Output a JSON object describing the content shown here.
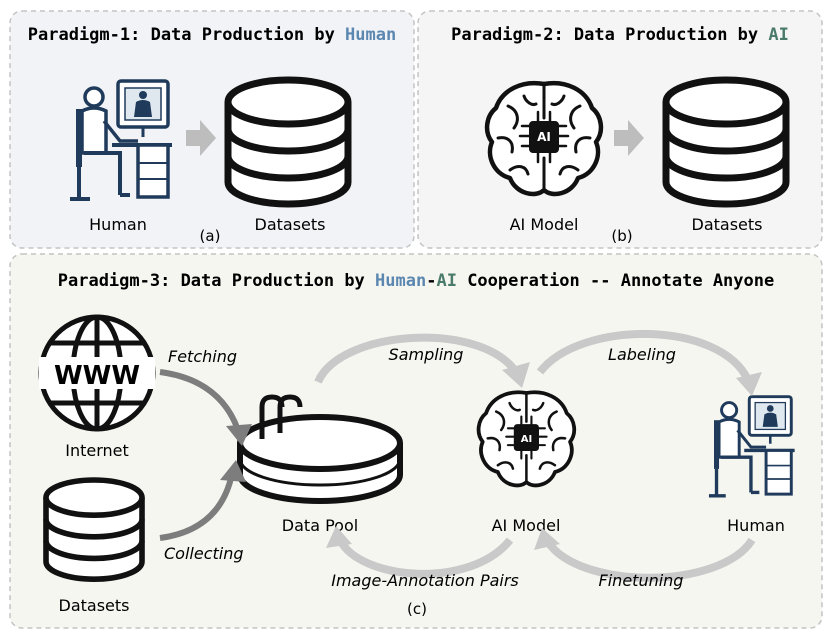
{
  "panel_a": {
    "title_prefix": "Paradigm-1: Data Production by ",
    "title_highlight": "Human",
    "human_label": "Human",
    "datasets_label": "Datasets",
    "caption": "(a)"
  },
  "panel_b": {
    "title_prefix": "Paradigm-2: Data Production by ",
    "title_highlight": "AI",
    "model_label": "AI Model",
    "datasets_label": "Datasets",
    "caption": "(b)"
  },
  "panel_c": {
    "title_prefix": "Paradigm-3: Data Production by ",
    "title_human": "Human",
    "title_dash": "-",
    "title_ai": "AI",
    "title_suffix": " Cooperation -- Annotate Anyone",
    "internet_label": "Internet",
    "www_text": "WWW",
    "datasets_label": "Datasets",
    "pool_label": "Data Pool",
    "model_label": "AI Model",
    "human_label": "Human",
    "fetching": "Fetching",
    "collecting": "Collecting",
    "sampling": "Sampling",
    "labeling": "Labeling",
    "pairs": "Image-Annotation Pairs",
    "finetuning": "Finetuning",
    "caption": "(c)"
  },
  "chip_text": "AI",
  "colors": {
    "human_blue": "#5b87b0",
    "ai_green": "#4a7a6a",
    "panel_a_bg": "#f1f3f7",
    "panel_b_bg": "#f5f5f5",
    "panel_c_bg": "#f6f6f1",
    "arrow_gray": "#bdbdbd",
    "arrow_dark": "#7d7d7d",
    "icon_navy": "#1f3a5a"
  }
}
